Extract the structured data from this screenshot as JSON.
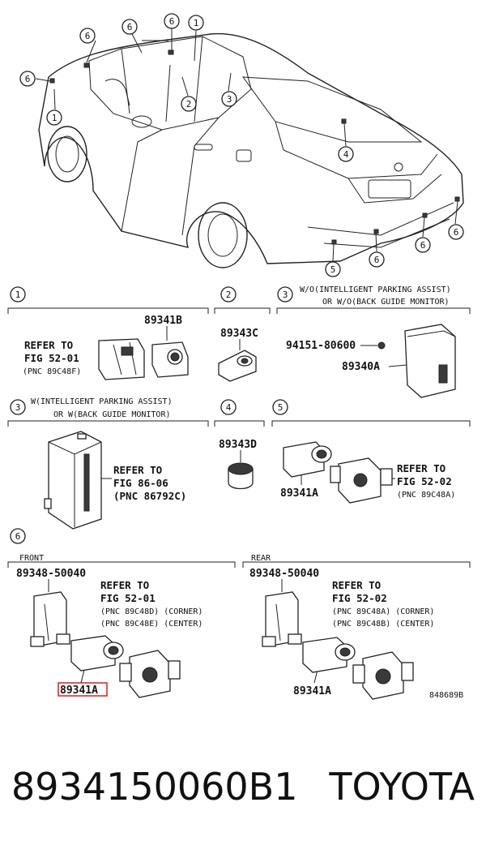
{
  "callouts": {
    "c1": "1",
    "c2": "2",
    "c3": "3",
    "c4": "4",
    "c5": "5",
    "c6": "6"
  },
  "section1": {
    "num": "1",
    "part": "89341B",
    "refer1": "REFER TO",
    "refer2": "FIG 52-01",
    "pnc": "(PNC 89C48F)"
  },
  "section2": {
    "num": "2",
    "part": "89343C"
  },
  "section3a": {
    "num": "3",
    "cond1": "W/O(INTELLIGENT PARKING ASSIST)",
    "cond2": "OR W/O(BACK GUIDE MONITOR)",
    "bolt": "94151-80600",
    "part": "89340A"
  },
  "section3b": {
    "num": "3",
    "cond1": "W(INTELLIGENT PARKING ASSIST)",
    "cond2": "OR W(BACK GUIDE MONITOR)",
    "refer1": "REFER TO",
    "refer2": "FIG 86-06",
    "pnc": "(PNC 86792C)"
  },
  "section4": {
    "num": "4",
    "part": "89343D"
  },
  "section5": {
    "num": "5",
    "part": "89341A",
    "refer1": "REFER TO",
    "refer2": "FIG 52-02",
    "pnc": "(PNC 89C48A)"
  },
  "section6": {
    "num": "6",
    "front": {
      "label": "FRONT",
      "bracket": "89348-50040",
      "refer1": "REFER TO",
      "refer2": "FIG 52-01",
      "pnc1": "(PNC 89C48D) (CORNER)",
      "pnc2": "(PNC 89C48E) (CENTER)",
      "part": "89341A"
    },
    "rear": {
      "label": "REAR",
      "bracket": "89348-50040",
      "refer1": "REFER TO",
      "refer2": "FIG 52-02",
      "pnc1": "(PNC 89C48A) (CORNER)",
      "pnc2": "(PNC 89C48B) (CENTER)",
      "part": "89341A"
    },
    "code": "848689B"
  },
  "footer": {
    "part_number": "8934150060B1",
    "brand": "TOYOTA"
  },
  "colors": {
    "highlight": "#d42020",
    "ink": "#111111"
  }
}
